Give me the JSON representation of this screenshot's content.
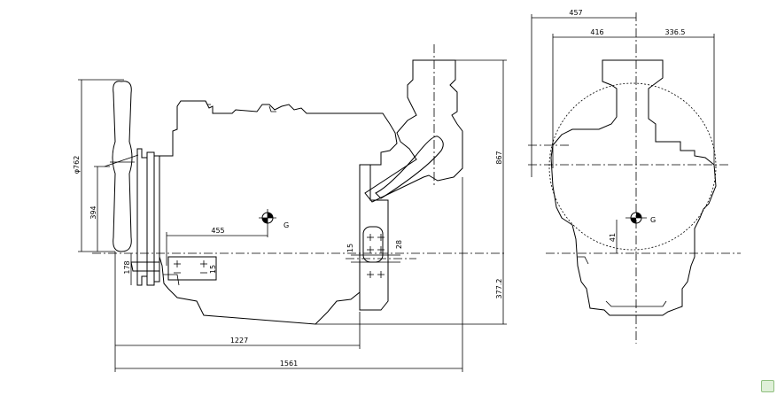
{
  "side_view": {
    "dim_fan_diameter": "φ762",
    "dim_fan_center_height": "394",
    "dim_cg_offset": "455",
    "dim_rear_length": "1227",
    "dim_total_length": "1561",
    "dim_total_height": "867",
    "dim_lower_height": "377.2",
    "dim_small_178": "178",
    "dim_small_15_a": "15",
    "dim_small_15_b": "15",
    "dim_small_28": "28",
    "cg_label": "G"
  },
  "front_view": {
    "dim_top_width": "457",
    "dim_left_width": "416",
    "dim_right_width": "336.5",
    "dim_cg_height": "41",
    "cg_label": "G"
  }
}
